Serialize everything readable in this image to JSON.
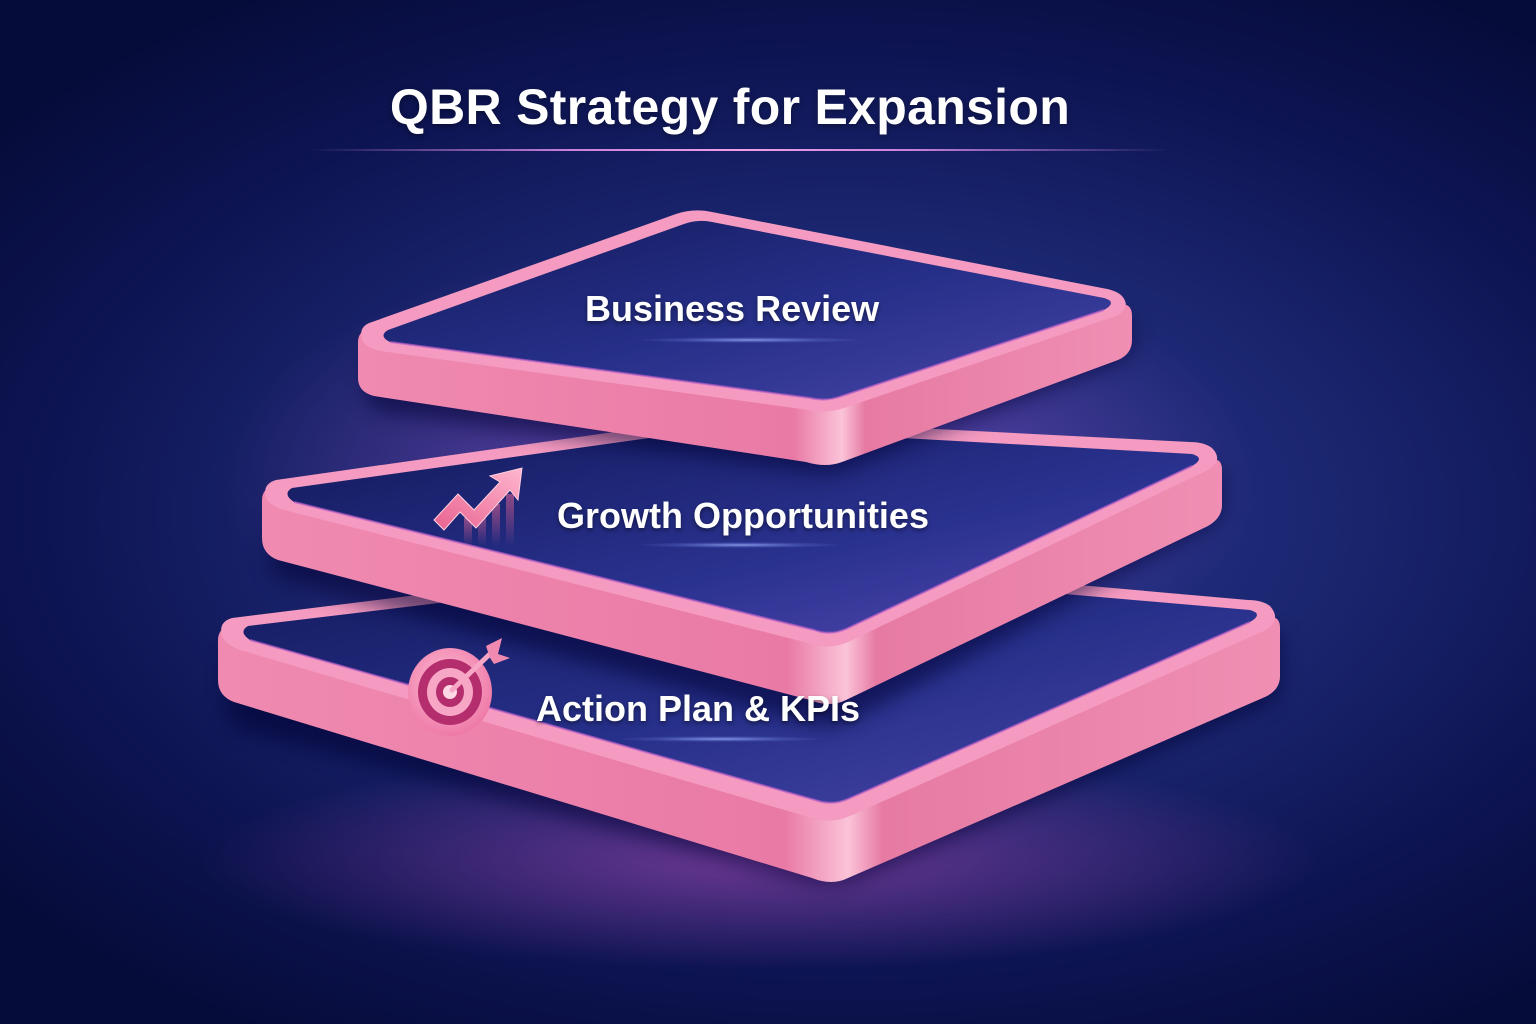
{
  "title": "QBR Strategy for Expansion",
  "layers": [
    {
      "label": "Business Review",
      "level": "top",
      "icon": null
    },
    {
      "label": "Growth Opportunities",
      "level": "middle",
      "icon": "trending-up-arrow-icon"
    },
    {
      "label": "Action Plan & KPIs",
      "level": "bottom",
      "icon": "target-dart-icon"
    }
  ],
  "colors": {
    "background_dark": "#060c3a",
    "background_mid": "#1b2670",
    "surface": "#1e2670",
    "rim_pink": "#e8739f",
    "rim_highlight": "#f7a9c6",
    "text": "#ffffff"
  }
}
